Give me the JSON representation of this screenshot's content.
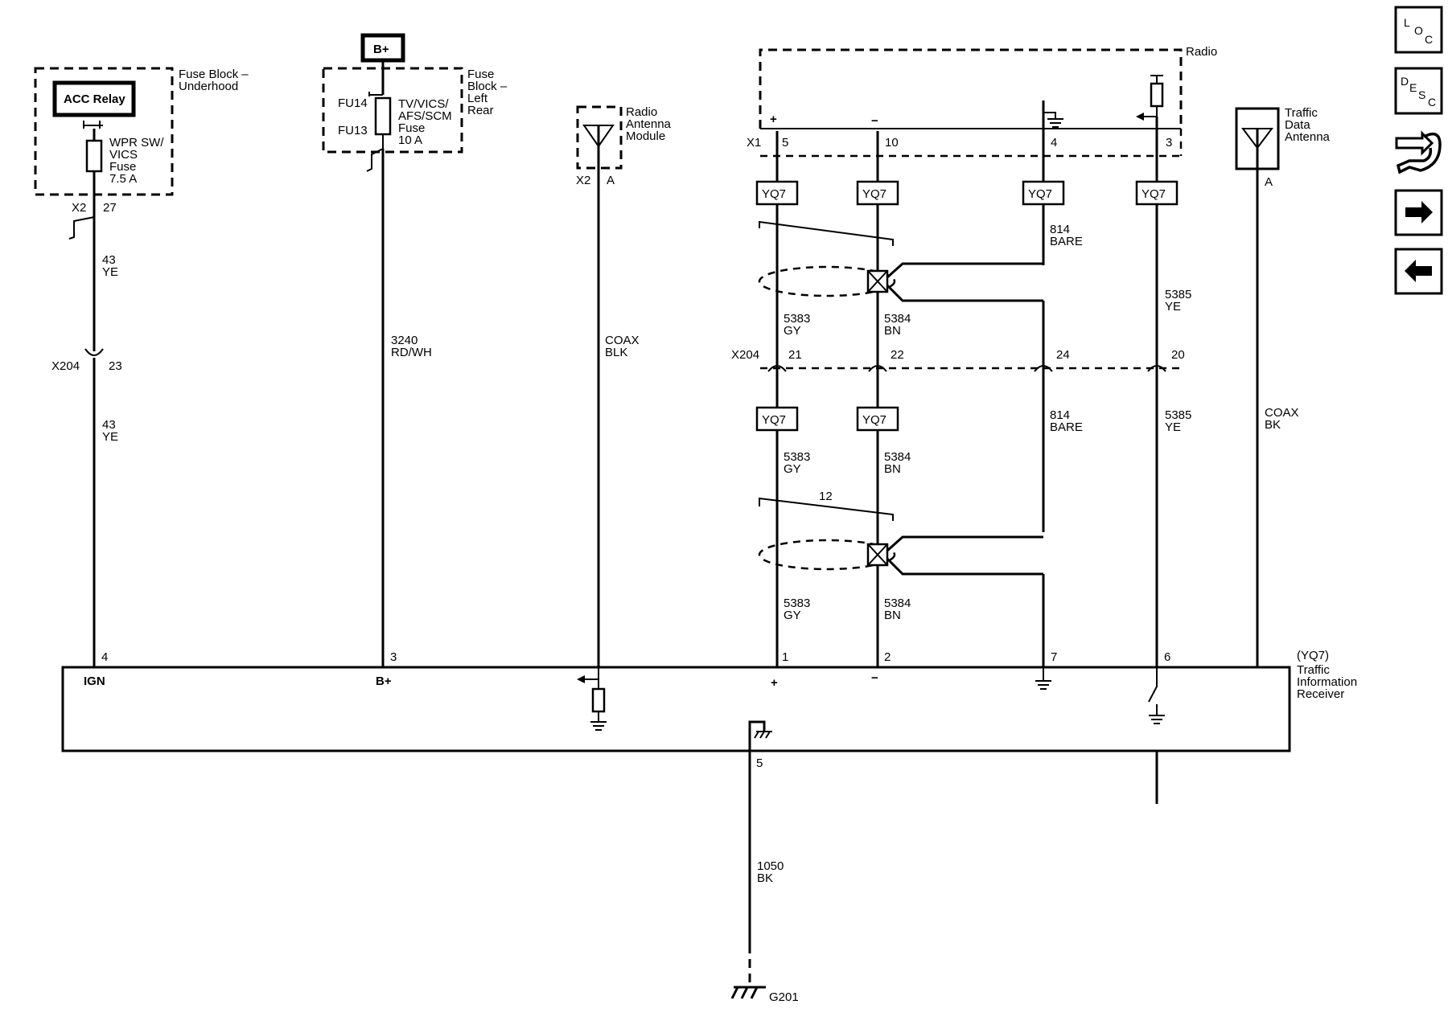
{
  "components": {
    "fuse_block_underhood": "Fuse Block –\nUnderhood",
    "acc_relay": "ACC Relay",
    "wpr_fuse": "WPR SW/\nVICS\nFuse\n7.5 A",
    "bplus_source": "B+",
    "fuse_block_left_rear": "Fuse\nBlock –\nLeft\nRear",
    "fu14": "FU14",
    "fu13": "FU13",
    "tv_fuse": "TV/VICS/\nAFS/SCM\nFuse\n10 A",
    "radio_antenna_module": "Radio\nAntenna\nModule",
    "radio": "Radio",
    "traffic_data_antenna": "Traffic\nData\nAntenna",
    "receiver_ref": "(YQ7)",
    "receiver": "Traffic\nInformation\nReceiver",
    "ground_g201": "G201"
  },
  "connectors": {
    "x2": "X2",
    "x1": "X1",
    "x204": "X204",
    "yq7": "YQ7"
  },
  "pins": {
    "fb_27": "27",
    "x204_23": "23",
    "antmod_a": "A",
    "radio_5": "5",
    "radio_10": "10",
    "radio_4": "4",
    "radio_3": "3",
    "tda_a": "A",
    "x204_21": "21",
    "x204_22": "22",
    "x204_24": "24",
    "x204_20": "20",
    "rcv_4": "4",
    "rcv_3": "3",
    "rcv_1": "1",
    "rcv_2": "2",
    "rcv_7": "7",
    "rcv_6": "6",
    "rcv_5": "5",
    "twist_12": "12"
  },
  "terminals": {
    "ign": "IGN",
    "bplus": "B+",
    "plus": "+",
    "minus": "−"
  },
  "wires": {
    "w43_ye": "43\nYE",
    "w3240": "3240\nRD/WH",
    "coax_blk": "COAX\nBLK",
    "w814_bare": "814\nBARE",
    "w5385_ye": "5385\nYE",
    "w5383_gy": "5383\nGY",
    "w5384_bn": "5384\nBN",
    "coax_bk": "COAX\nBK",
    "w1050_bk": "1050\nBK"
  },
  "nav": {
    "loc_l": "L",
    "loc_o": "O",
    "loc_c": "C",
    "desc_d": "D",
    "desc_e": "E",
    "desc_s": "S",
    "desc_c": "C"
  }
}
